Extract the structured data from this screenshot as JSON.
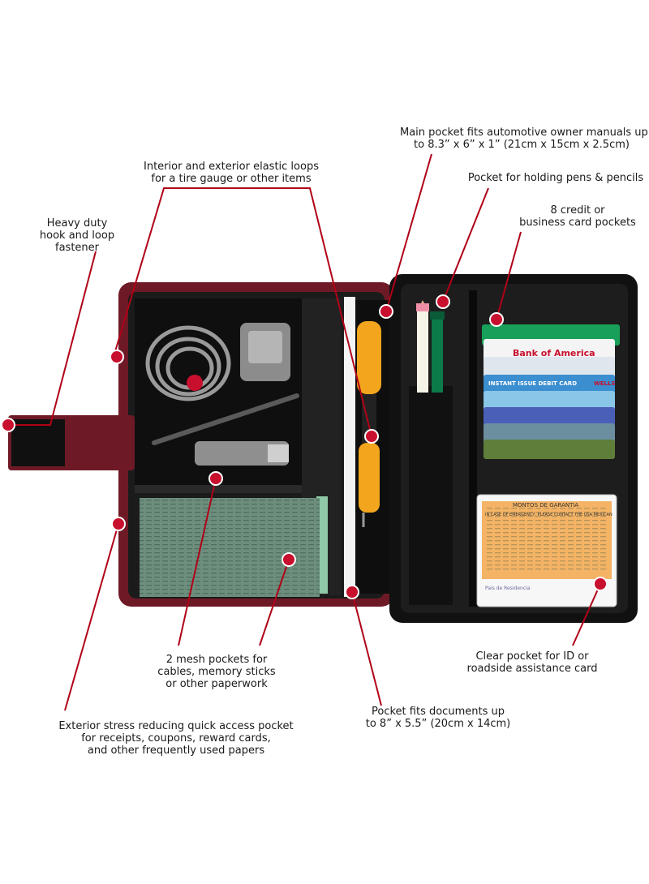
{
  "callouts": {
    "main_pocket": [
      "Main pocket fits automotive owner manuals up",
      "to 8.3” x 6” x 1” (21cm x 15cm x 2.5cm)"
    ],
    "elastic_loops": [
      "Interior and exterior elastic loops",
      "for a tire gauge or other items"
    ],
    "pens_pocket": [
      "Pocket for holding pens & pencils"
    ],
    "hook_loop": [
      "Heavy duty",
      "hook and loop",
      "fastener"
    ],
    "card_pockets": [
      "8 credit or",
      "business card pockets"
    ],
    "mesh_pockets": [
      "2 mesh pockets for",
      "cables, memory sticks",
      "or other paperwork"
    ],
    "id_pocket": [
      "Clear pocket for ID or",
      "roadside assistance card"
    ],
    "documents_pocket": [
      "Pocket fits documents up",
      "to 8” x 5.5” (20cm x 14cm)"
    ],
    "exterior_pocket": [
      "Exterior stress reducing quick access pocket",
      "for receipts, coupons, reward cards,",
      "and other frequently used papers"
    ]
  },
  "product_text": {
    "bank_card": "Bank of America",
    "debit_card": "INSTANT ISSUE DEBIT CARD",
    "wells_card": "WELLS",
    "id_card_header": "MONTOS DE GARANTIA",
    "id_card_line": "IN CASE OF EMERGENCY, PLEASE CONTACT THE USA MEXICAN",
    "id_card_footer": "Pais de Residencia"
  },
  "colors": {
    "accent": "#c8102e",
    "case_black": "#151515",
    "case_trim": "#7a1c2a",
    "leader": "#b00018"
  }
}
